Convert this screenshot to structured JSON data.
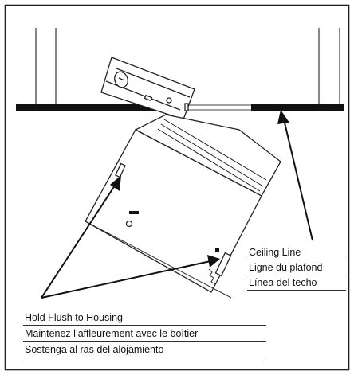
{
  "labels": {
    "ceiling": [
      "Ceiling Line",
      "Ligne du plafond",
      "Línea del techo"
    ],
    "hold_flush": [
      "Hold Flush to Housing",
      "Maintenez l’affleurement avec le boîtier",
      "Sostenga al ras del alojamiento"
    ]
  }
}
